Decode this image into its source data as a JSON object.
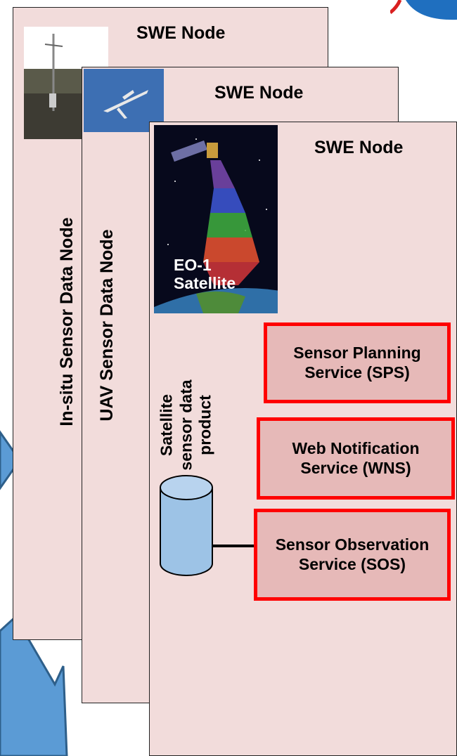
{
  "nodes": [
    {
      "title": "SWE Node",
      "vertical_label": "In-situ Sensor Data Node"
    },
    {
      "title": "SWE Node",
      "vertical_label": "UAV Sensor Data Node"
    },
    {
      "title": "SWE Node"
    }
  ],
  "satellite_image_caption": "EO-1 Satellite",
  "data_product_label": "Satellite sensor data product",
  "services": [
    {
      "label": "Sensor Planning Service (SPS)"
    },
    {
      "label": "Web Notification Service (WNS)"
    },
    {
      "label": "Sensor Observation Service (SOS)"
    }
  ],
  "colors": {
    "panel_fill": "#f2dcdb",
    "service_fill": "#e6b9b8",
    "service_border": "#ff0000",
    "arrow_fill": "#5b9bd5",
    "database_fill": "#9dc3e6"
  },
  "icons": [
    "database-icon",
    "arrow-icon",
    "globe-icon"
  ]
}
